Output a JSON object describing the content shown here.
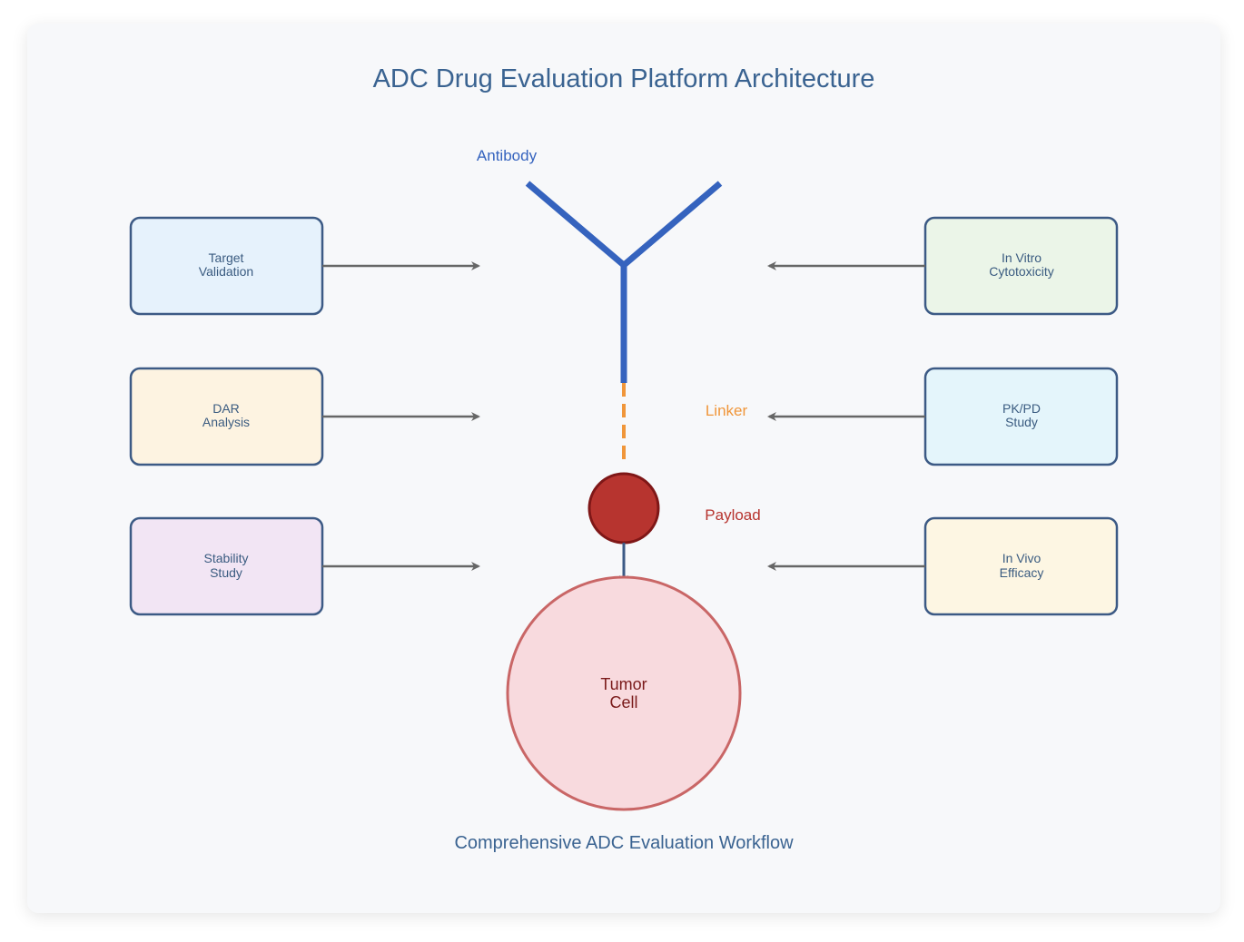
{
  "diagram": {
    "title": "ADC Drug Evaluation Platform Architecture",
    "footer": "Comprehensive ADC Evaluation Workflow",
    "molecule": {
      "antibody_label": "Antibody",
      "linker_label": "Linker",
      "payload_label": "Payload",
      "antibody_color": "#3563be",
      "linker_color": "#f0963a",
      "payload_color": "#b7342f"
    },
    "tumor_cell": {
      "line1": "Tumor",
      "line2": "Cell",
      "fill": "#f8dade",
      "stroke": "#c96666"
    },
    "left_boxes": [
      {
        "line1": "Target",
        "line2": "Validation",
        "fill": "#e6f2fc"
      },
      {
        "line1": "DAR",
        "line2": "Analysis",
        "fill": "#fdf3e1"
      },
      {
        "line1": "Stability",
        "line2": "Study",
        "fill": "#f2e5f4"
      }
    ],
    "right_boxes": [
      {
        "line1": "In Vitro",
        "line2": "Cytotoxicity",
        "fill": "#ebf5e8"
      },
      {
        "line1": "PK/PD",
        "line2": "Study",
        "fill": "#e4f5fb"
      },
      {
        "line1": "In Vivo",
        "line2": "Efficacy",
        "fill": "#fdf6e3"
      }
    ],
    "box_stroke": "#3c5a85",
    "arrow_color": "#666666"
  }
}
